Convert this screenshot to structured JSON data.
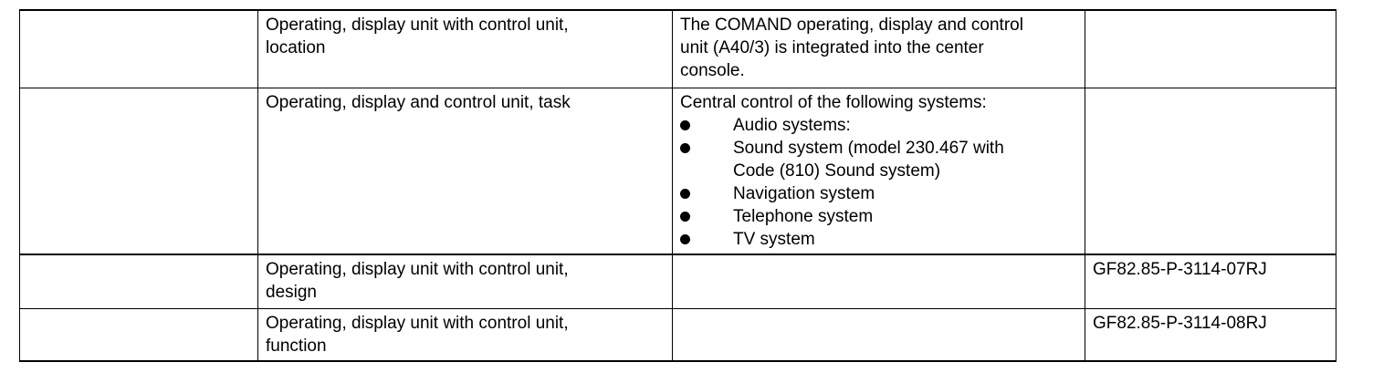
{
  "table": {
    "border_color": "#000000",
    "text_color": "#000000",
    "background_color": "#ffffff",
    "rows": [
      {
        "label": "Operating, display unit with control unit, location",
        "description": "The COMAND operating, display and control unit (A40/3) is integrated into the center console.",
        "code": ""
      },
      {
        "label": "Operating, display and control unit, task",
        "description": "Central control of the following systems:",
        "bullets": [
          "Audio systems:",
          "Sound system (model 230.467 with Code (810) Sound system)",
          "Navigation system",
          "Telephone system",
          "TV system"
        ],
        "code": ""
      },
      {
        "label": "Operating, display unit with control unit, design",
        "description": "",
        "code": "GF82.85-P-3114-07RJ"
      },
      {
        "label": "Operating, display unit with control unit, function",
        "description": "",
        "code": "GF82.85-P-3114-08RJ"
      }
    ]
  }
}
